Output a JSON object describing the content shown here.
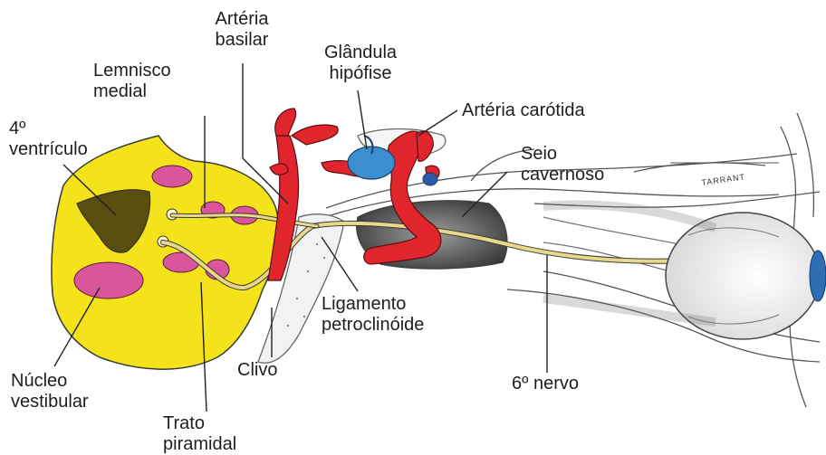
{
  "labels": {
    "arteria_basilar": [
      "Artéria",
      "basilar"
    ],
    "glandula_hipofise": [
      "Glândula",
      "hipófise"
    ],
    "lemnisco_medial": [
      "Lemnisco",
      "medial"
    ],
    "arteria_carotida": "Artéria carótida",
    "quarto_ventriculo": [
      "4º",
      "ventrículo"
    ],
    "seio_cavernoso": [
      "Seio",
      "cavernoso"
    ],
    "ligamento_petroclinoide": [
      "Ligamento",
      "petroclinóide"
    ],
    "clivo": "Clivo",
    "sexto_nervo": "6º nervo",
    "nucleo_vestibular": [
      "Núcleo",
      "vestibular"
    ],
    "trato_piramidal": [
      "Trato",
      "piramidal"
    ]
  },
  "artist_signature": "TARRANT",
  "colors": {
    "brainstem": "#f4e21a",
    "nuclei": "#d9569a",
    "artery": "#e0262c",
    "hypophysis": "#3b8fd0",
    "nerve": "#e8d98a",
    "eye_iris": "#2e6fb3"
  }
}
